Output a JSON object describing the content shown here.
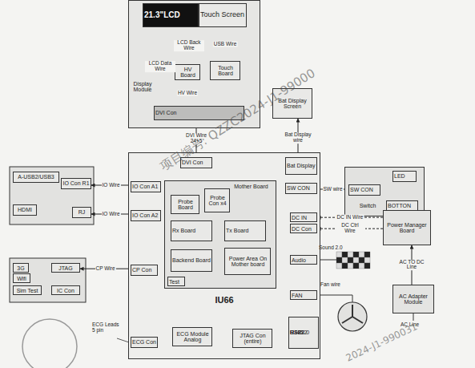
{
  "diagram": {
    "nodes": [
      {
        "text": [
          "Display Module"
        ]
      },
      {
        "text": [
          "21.3\"LCD"
        ],
        "in": 0
      },
      {
        "text": [
          "Touch Screen"
        ],
        "in": 0
      },
      {
        "text": [
          "HV Board"
        ],
        "in": 0
      },
      {
        "text": [
          "Touch Board"
        ],
        "in": 0
      },
      {
        "text": [
          "DVI Con"
        ],
        "in": 0
      },
      {
        "text": [
          "Bat Display Screen"
        ]
      },
      {
        "text": [
          "IU66"
        ]
      },
      {
        "text": [
          "DVI Con"
        ],
        "in": 7
      },
      {
        "text": [
          "Bat Display"
        ],
        "in": 7
      },
      {
        "text": [
          "SW CON"
        ],
        "in": 7
      },
      {
        "text": [
          "DC IN"
        ],
        "in": 7
      },
      {
        "text": [
          "DC Con"
        ],
        "in": 7
      },
      {
        "text": [
          "Audio"
        ],
        "in": 7
      },
      {
        "text": [
          "FAN"
        ],
        "in": 7
      },
      {
        "text": [
          "USB2.0",
          "RS232",
          "RJ45"
        ],
        "in": 7
      },
      {
        "text": [
          "IO Con A1"
        ],
        "in": 7
      },
      {
        "text": [
          "IO Con A2"
        ],
        "in": 7
      },
      {
        "text": [
          "CP Con"
        ],
        "in": 7
      },
      {
        "text": [
          "ECG Con"
        ],
        "in": 7
      },
      {
        "text": [
          "ECG Module Analog"
        ],
        "in": 7
      },
      {
        "text": [
          "JTAG Con (entire)"
        ],
        "in": 7
      },
      {
        "text": [
          "Mother Board"
        ],
        "in": 7
      },
      {
        "text": [
          "Probe Board"
        ],
        "in": 22
      },
      {
        "text": [
          "Probe Con x4"
        ],
        "in": 22
      },
      {
        "text": [
          "Rx Board"
        ],
        "in": 22
      },
      {
        "text": [
          "Tx Board"
        ],
        "in": 22
      },
      {
        "text": [
          "Backend Board"
        ],
        "in": 22
      },
      {
        "text": [
          "Power Area On Mother board"
        ],
        "in": 22
      },
      {
        "text": [
          "Test"
        ],
        "in": 22
      },
      {
        "text": [
          "A-USB2/USB3"
        ]
      },
      {
        "text": [
          "IO Con R1"
        ]
      },
      {
        "text": [
          "HDMI"
        ]
      },
      {
        "text": [
          "RJ"
        ]
      },
      {
        "text": [
          "3G"
        ]
      },
      {
        "text": [
          "Wifi"
        ]
      },
      {
        "text": [
          "Sim Test"
        ]
      },
      {
        "text": [
          "JTAG"
        ]
      },
      {
        "text": [
          "IC Con"
        ]
      },
      {
        "text": [
          "Switch"
        ]
      },
      {
        "text": [
          "SW CON"
        ],
        "in": 39
      },
      {
        "text": [
          "LED"
        ],
        "in": 39
      },
      {
        "text": [
          "BOTTON"
        ],
        "in": 39
      },
      {
        "text": [
          "Power Manager Board"
        ]
      },
      {
        "text": [
          "AC Adapter Module"
        ]
      }
    ],
    "edges": [
      {
        "from": 5,
        "to": 1,
        "label": "LCD Data Wire",
        "arrow": "to"
      },
      {
        "from": 3,
        "to": 1,
        "label": "LCD Back Wire",
        "arrow": "to"
      },
      {
        "from": 4,
        "to": 2,
        "label": "USB Wire",
        "arrow": "to"
      },
      {
        "from": 5,
        "to": 3,
        "label": "HV Wire",
        "arrow": "to"
      },
      {
        "from": 5,
        "to": 4,
        "arrow": "to"
      },
      {
        "from": 8,
        "to": 5,
        "label": "DVI Wire 24+5",
        "arrow": "to"
      },
      {
        "from": 9,
        "to": 6,
        "label": "Bat Display wire",
        "arrow": "to"
      },
      {
        "from": 10,
        "to": 40,
        "label": "SW wire",
        "arrow": "to"
      },
      {
        "from": 43,
        "to": 11,
        "label": "DC IN Wire",
        "arrow": "to"
      },
      {
        "from": 43,
        "to": 12,
        "label": "DC Ctrl Wire",
        "arrow": "to"
      },
      {
        "from": 44,
        "to": 43,
        "label": "AC TO DC Line",
        "arrow": "to"
      },
      {
        "from": 16,
        "to": 31,
        "label": "IO Wire",
        "arrow": "to"
      },
      {
        "from": 17,
        "to": 33,
        "label": "IO Wire",
        "arrow": "to"
      },
      {
        "from": 18,
        "to": 37,
        "label": "CP Wire",
        "arrow": "to"
      }
    ],
    "labels": [
      "项目编号: QZZC2024-J1-99000",
      "2024-J1-990031",
      "ECG Leads 5 pin",
      "Sound 2.0",
      "Fan wire",
      "AC Line"
    ]
  }
}
